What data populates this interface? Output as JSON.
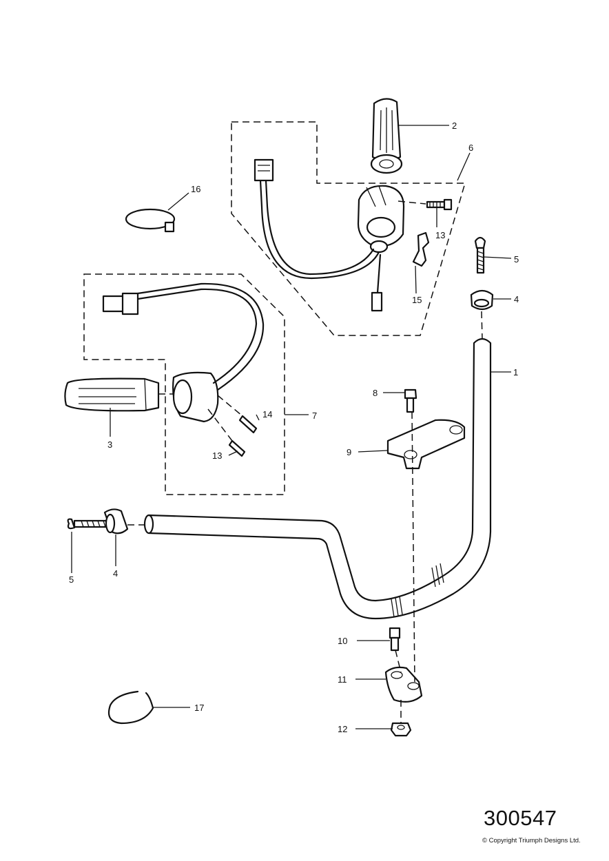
{
  "diagram": {
    "callouts": [
      "1",
      "2",
      "3",
      "4",
      "4",
      "5",
      "5",
      "6",
      "7",
      "8",
      "9",
      "10",
      "11",
      "12",
      "13",
      "13",
      "14",
      "15",
      "16",
      "17"
    ],
    "reference_number": "300547",
    "copyright": "© Copyright Triumph Designs Ltd."
  }
}
